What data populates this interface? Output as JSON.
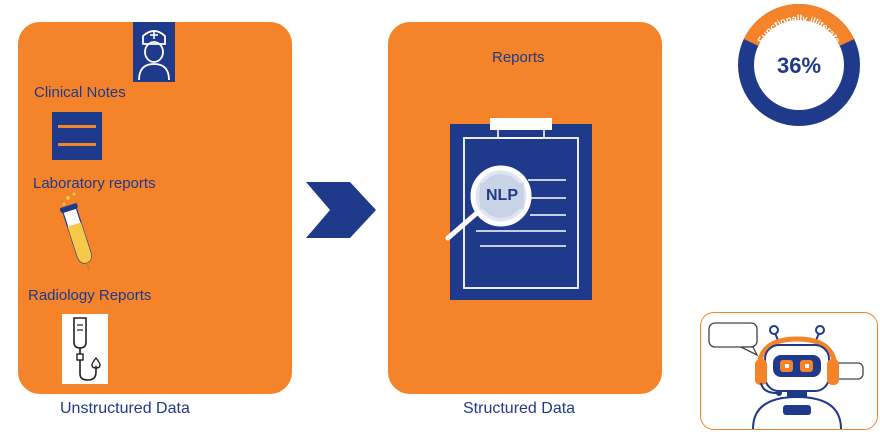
{
  "sources": {
    "clinical_notes": "Clinical Notes",
    "laboratory_reports": "Laboratory reports",
    "radiology_reports": "Radiology Reports"
  },
  "panels": {
    "unstructured_caption": "Unstructured Data",
    "structured_caption": "Structured Data",
    "reports_title": "Reports"
  },
  "clipboard": {
    "lens_label": "NLP"
  },
  "stat": {
    "percent": "36%",
    "arc_label": "Functionally illiterate",
    "value_fraction": 0.36
  },
  "colors": {
    "orange": "#f5832a",
    "navy": "#1f3a8a",
    "white": "#ffffff"
  },
  "icons": [
    "nurse-icon",
    "notes-icon",
    "test-tube-icon",
    "iv-drip-icon",
    "arrow-right-icon",
    "clipboard-icon",
    "magnifier-icon",
    "robot-icon",
    "speech-bubble-icon"
  ]
}
